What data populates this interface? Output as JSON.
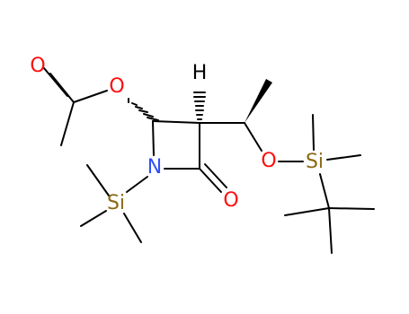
{
  "atoms": {
    "o_acetyl_carbonyl": "O",
    "o_ester": "O",
    "n_ring": "N",
    "o_lactam": "O",
    "h_c3": "H",
    "si_n": "Si",
    "o_ether": "O",
    "si_o": "Si"
  },
  "colors": {
    "oxygen": "#ff0d0d",
    "nitrogen": "#3050f8",
    "silicon": "#8b6914",
    "hydrogen": "#000000",
    "bond": "#000000"
  }
}
